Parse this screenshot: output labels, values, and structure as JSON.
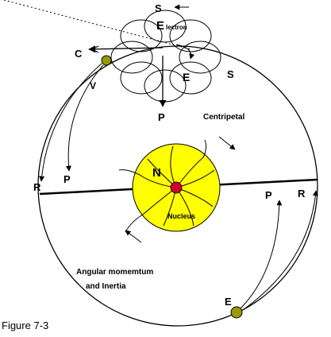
{
  "figure_caption": "Figure 7-3",
  "labels": {
    "electron_E": "E",
    "electron_suffix": "lectron",
    "S_top": "S",
    "S_right": "S",
    "E_flower": "E",
    "C": "C",
    "V": "V",
    "P_top": "P",
    "P_left": "P",
    "P_right": "P",
    "R_left": "R",
    "R_right": "R",
    "centripetal": "Centripetal",
    "N": "N",
    "nucleus": "Nucleus",
    "angular_line1": "Angular momemtum",
    "angular_line2": "and Inertia",
    "E_bottom": "E"
  },
  "colors": {
    "nucleus_fill": "#ffff00",
    "nucleus_core": "#cc0033",
    "electron_fill": "#999900",
    "stroke": "#000000"
  }
}
